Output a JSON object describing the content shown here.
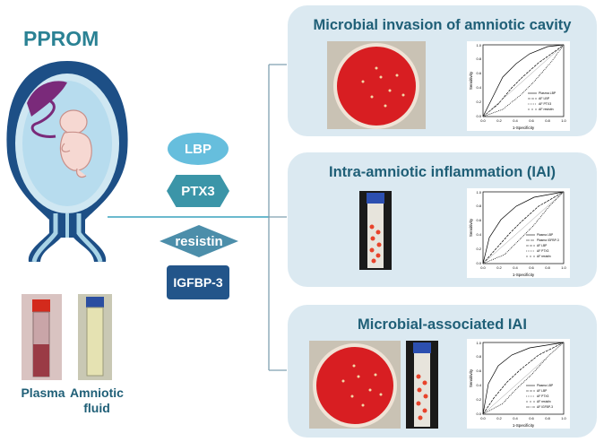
{
  "title": "PPROM",
  "markers": [
    {
      "label": "LBP",
      "color": "#66bedd"
    },
    {
      "label": "PTX3",
      "color": "#3b95a8"
    },
    {
      "label": "resistin",
      "color": "#4c8eaa"
    },
    {
      "label": "IGFBP-3",
      "color": "#23558a"
    }
  ],
  "samples": {
    "plasma": "Plasma",
    "amniotic_fluid": [
      "Amniotic",
      "fluid"
    ]
  },
  "panels": [
    {
      "title": "Microbial invasion of amniotic cavity",
      "roc": {
        "xlabel": "1-Specificity",
        "ylabel": "Sensitivity",
        "ticks": [
          "0.0",
          "0.2",
          "0.4",
          "0.6",
          "0.8",
          "1.0"
        ],
        "legend": [
          "Plasma LBP",
          "AF LBP",
          "AF PTX3",
          "AF resistin"
        ]
      }
    },
    {
      "title": "Intra-amniotic inflammation (IAI)",
      "roc": {
        "xlabel": "1-Specificity",
        "ylabel": "Sensitivity",
        "ticks": [
          "0.0",
          "0.2",
          "0.4",
          "0.6",
          "0.8",
          "1.0"
        ],
        "legend": [
          "Plasma LBP",
          "Plasma IGFBP-3",
          "AF LBP",
          "AF PTX3",
          "AF resistin"
        ]
      }
    },
    {
      "title": "Microbial-associated IAI",
      "roc": {
        "xlabel": "1-Specificity",
        "ylabel": "Sensitivity",
        "ticks": [
          "0.0",
          "0.2",
          "0.4",
          "0.6",
          "0.8",
          "1.0"
        ],
        "legend": [
          "Plasma LBP",
          "AF LBP",
          "AF PTX3",
          "AF resistin",
          "AF IGFBP-3"
        ]
      }
    }
  ],
  "colors": {
    "accent": "#2b8294",
    "panel_bg": "#dbe9f1",
    "agar_red": "#d81e22",
    "connector": "#3aa3bd"
  }
}
